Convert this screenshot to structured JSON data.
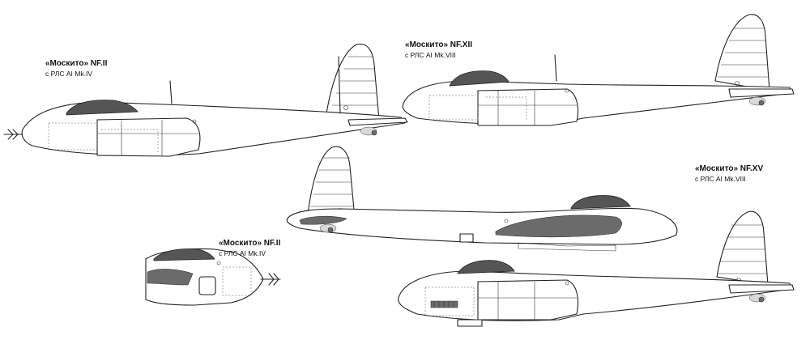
{
  "aircraft": [
    {
      "id": "nf2-side",
      "title": "«Москито» NF.II",
      "radar": "с РЛС AI Mk.IV"
    },
    {
      "id": "nf12-side",
      "title": "«Москито» NF.XII",
      "radar": "с РЛС AI Mk.VIII"
    },
    {
      "id": "nf15-side",
      "title": "«Москито» NF.XV",
      "radar": "с РЛС AI Mk.VIII"
    },
    {
      "id": "nf2-nose",
      "title": "«Москито» NF.II",
      "radar": "с РЛС AI Mk.IV"
    }
  ],
  "colors": {
    "line": "#222222",
    "canopy": "#555555",
    "panel": "#6b6b6b",
    "background": "#ffffff"
  }
}
